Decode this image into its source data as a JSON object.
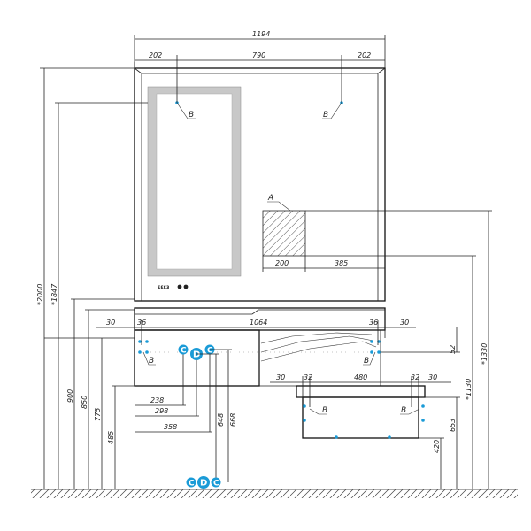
{
  "dimensions": {
    "total_width": "1194",
    "left_offset": "202",
    "center_width": "790",
    "right_offset": "202",
    "total_height": "*2000",
    "mirror_height": "*1847",
    "h_1330": "*1330",
    "h_1130": "*1130",
    "h_900": "900",
    "h_850": "850",
    "h_775": "775",
    "h_485": "485",
    "h_648": "648",
    "h_668": "668",
    "h_653": "653",
    "h_420": "420",
    "h_52": "52",
    "basin_width": "1064",
    "basin_left_margin": "30",
    "basin_left_inner": "36",
    "basin_right_inner": "36",
    "basin_right_margin": "30",
    "shelf_width": "200",
    "shelf_offset": "385",
    "drawer_left_margin": "30",
    "drawer_left_inner": "32",
    "drawer_width": "480",
    "drawer_right_inner": "32",
    "drawer_right_margin": "30",
    "d_238": "238",
    "d_298": "298",
    "d_358": "358"
  },
  "labels": {
    "b": "B",
    "a": "A",
    "c": "C",
    "d": "D",
    "control_panel": "ɛɛɛɜ"
  },
  "colors": {
    "line": "#222222",
    "marker": "#1a9bd7",
    "mirror_frame": "#c8c8c8",
    "hatch": "#555555"
  }
}
